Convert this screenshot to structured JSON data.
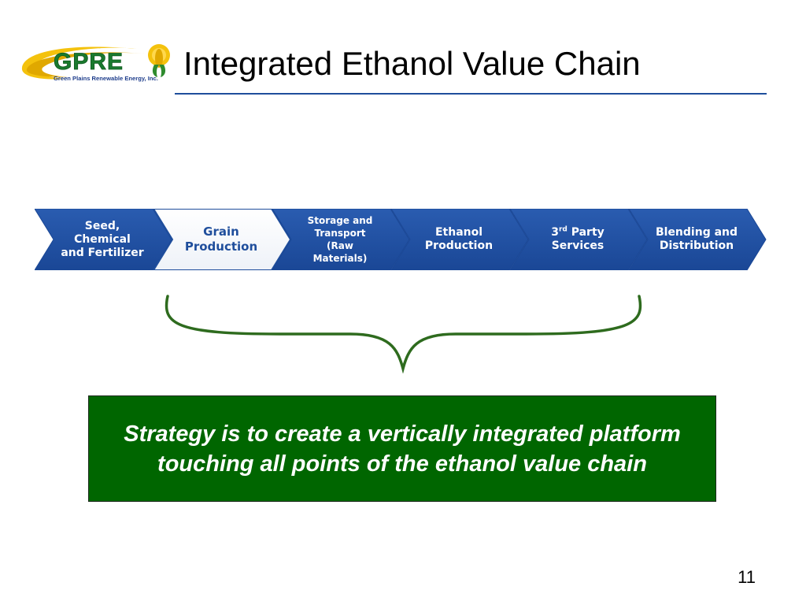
{
  "slide": {
    "title": "Integrated Ethanol Value Chain",
    "page_number": "11",
    "accent_color": "#1f4e9c",
    "box_color": "#006600",
    "brace_color": "#2e6b1e"
  },
  "logo": {
    "mark": "GPRE",
    "company": "Green Plains Renewable Energy, Inc.",
    "icon": "corn-sun-icon"
  },
  "value_chain": [
    {
      "lines": [
        "Seed,",
        "Chemical",
        "and Fertilizer"
      ],
      "highlighted": false
    },
    {
      "lines": [
        "Grain",
        "Production"
      ],
      "highlighted": true
    },
    {
      "lines": [
        "Storage and",
        "Transport",
        "(Raw",
        "Materials)"
      ],
      "highlighted": false
    },
    {
      "lines": [
        "Ethanol",
        "Production"
      ],
      "highlighted": false
    },
    {
      "lines": [
        "3rd Party",
        "Services"
      ],
      "highlighted": false
    },
    {
      "lines": [
        "Blending and",
        "Distribution"
      ],
      "highlighted": false
    }
  ],
  "strategy": {
    "text": "Strategy is to create a vertically integrated platform touching all points of the ethanol value chain"
  }
}
